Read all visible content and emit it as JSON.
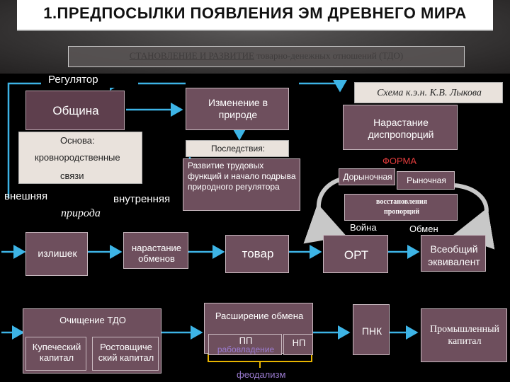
{
  "title": "1.ПРЕДПОСЫЛКИ ПОЯВЛЕНИЯ ЭМ ДРЕВНЕГО МИРА",
  "subtitle_part1": "СТАНОВЛЕНИЕ И РАЗВИТИЕ",
  "subtitle_part2": " товарно-денежных отношений  (ТДО)",
  "regulator": "Регулятор",
  "obshchina": "Община",
  "osnova": "Основа:",
  "osnova_line2": "кровнородственные",
  "osnova_line3": "связи",
  "vneshnyaya": "внешняя",
  "priroda": "природа",
  "vnutrennyaya": "внутренняя",
  "izmenenie": "Изменение в природе",
  "posledstviya": "Последствия:",
  "razvitie": "Развитие трудовых функций и начало подрыва природного регулятора",
  "schema": "Схема к.э.н. К.В. Лыкова",
  "narastanie_disp": "Нарастание диспропорций",
  "forma": "ФОРМА",
  "dorynochnaya": "Дорыночная",
  "rynochnaya": "Рыночная",
  "vosstanovlenie": "восстановления пропорций",
  "voyna": "Война",
  "obmen": "Обмен",
  "izlishek": "излишек",
  "narastanie_obmenov": "нарастание обменов",
  "tovar": "товар",
  "ort": "ОРТ",
  "vseobshchiy": "Всеобщий эквивалент",
  "ochishchenie": "Очищение ТДО",
  "kupecheskiy": "Купеческий капитал",
  "rostovshchicheskiy": "Ростовщиче ский капитал",
  "rasshirenie": "Расширение обмена",
  "pp": "ПП",
  "rabovladenie": "рабовладение",
  "np": "НП",
  "feodalizm": "феодализм",
  "pnk": "ПНК",
  "promyshlenny": "Промышленный капитал",
  "colors": {
    "box_fill": "#6e4f5d",
    "light_fill": "#e9e2dc",
    "arrow": "#3db4e6",
    "forma": "#e23c3c",
    "feod": "#9b7bd0",
    "bracket": "#e8b400"
  }
}
